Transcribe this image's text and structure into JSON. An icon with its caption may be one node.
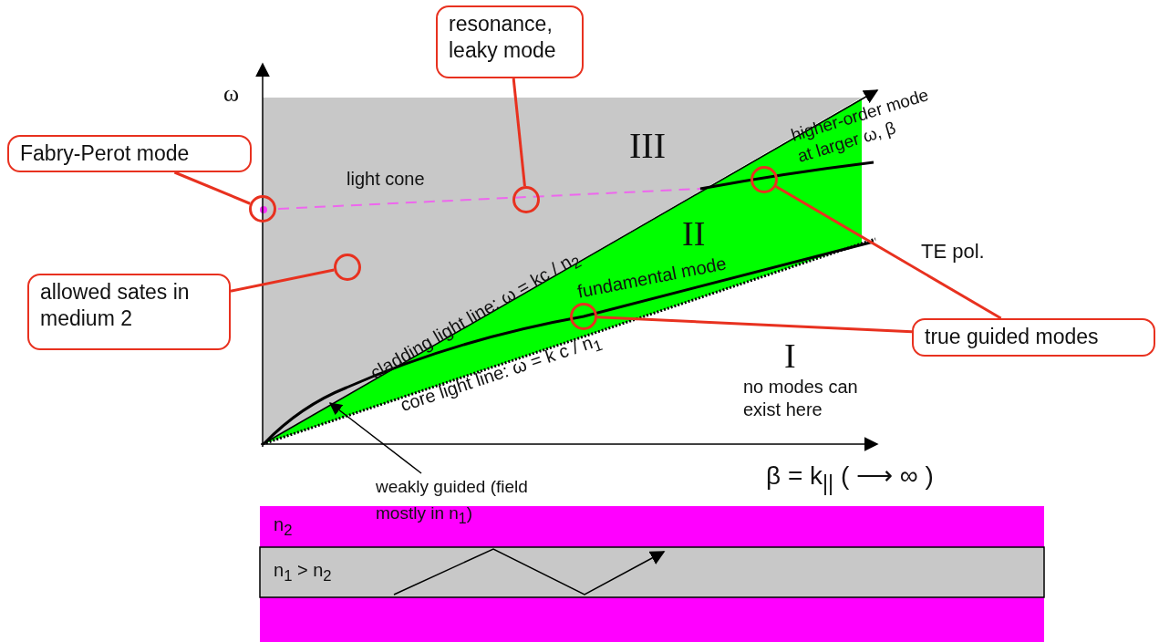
{
  "diagram": {
    "nodes": [
      {
        "text": [
          "resonance, leaky mode"
        ]
      },
      {
        "text": [
          "Fabry-Perot mode"
        ]
      },
      {
        "text": [
          "allowed sates in medium 2"
        ]
      },
      {
        "text": [
          "true guided modes"
        ]
      },
      {
        "text": [],
        "shape": "circle"
      },
      {
        "text": [],
        "shape": "circle"
      },
      {
        "text": [],
        "shape": "circle"
      },
      {
        "text": [],
        "shape": "circle"
      },
      {
        "text": [],
        "shape": "circle"
      },
      {
        "text": [
          "weakly guided (field mostly in n$_{1}$)"
        ]
      }
    ],
    "edges": [
      {
        "from": 0,
        "to": 4,
        "arrow": "none"
      },
      {
        "from": 1,
        "to": 5,
        "arrow": "none"
      },
      {
        "from": 2,
        "to": 6,
        "arrow": "none"
      },
      {
        "from": 3,
        "to": 7,
        "arrow": "none"
      },
      {
        "from": 3,
        "to": 8,
        "arrow": "none"
      },
      {
        "from": 9,
        "to": null,
        "arrow": "to",
        "color": "#000000"
      }
    ],
    "labels": [
      "ω",
      "light cone",
      "III",
      "higher-order mode at larger ω, β",
      "cladding light line: ω = kc / n$_{2}$",
      "II",
      "TE pol.",
      "fundamental mode",
      "I",
      "core light line: ω = k c / n$_{1}$",
      "no modes can exist here",
      "β = k$_{||}$ ( ⟶ ∞ )",
      "n$_{2}$",
      "n$_{1}$ > n$_{2}$"
    ]
  }
}
